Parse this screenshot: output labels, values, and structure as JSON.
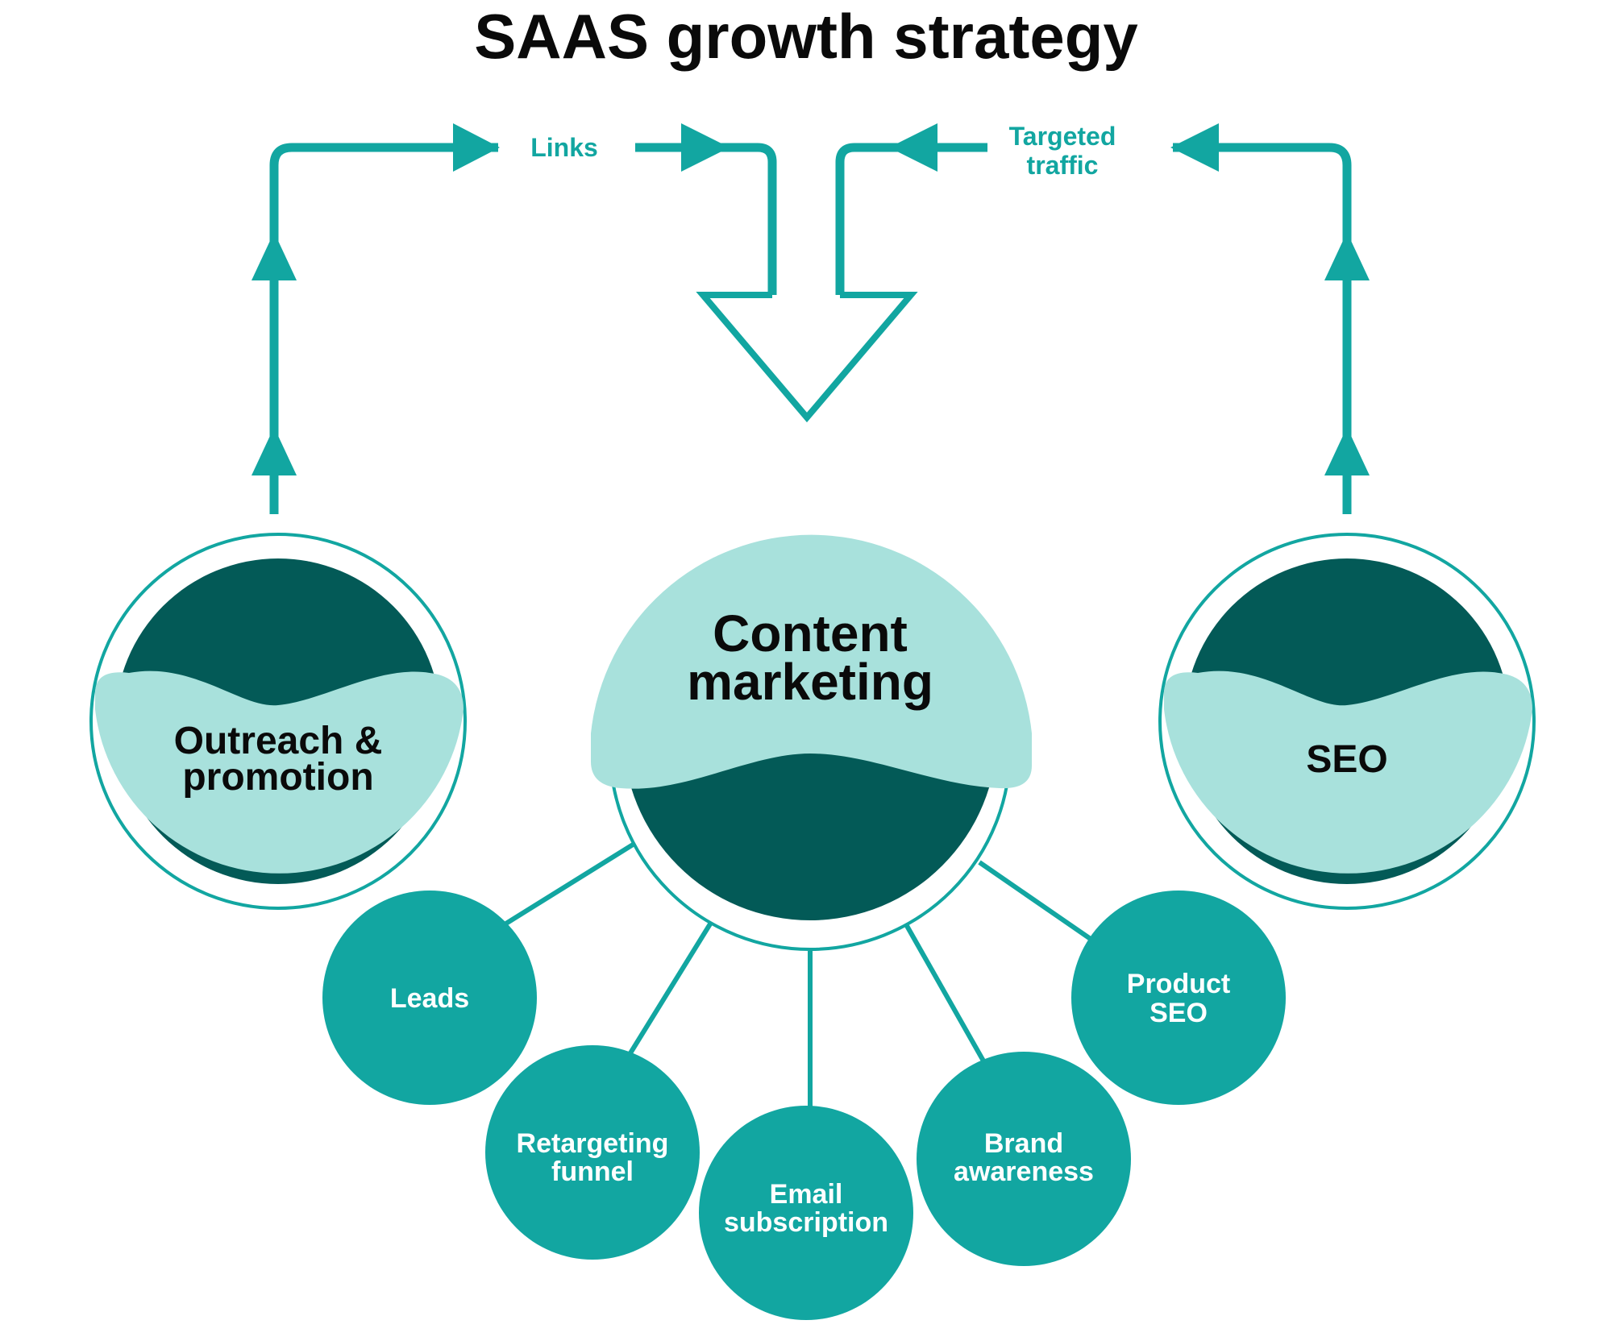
{
  "title": "SAAS growth strategy",
  "colors": {
    "teal": "#12a6a1",
    "dark_teal": "#035a57",
    "light_teal": "#a8e1dc",
    "text": "#0a0a0a",
    "white": "#ffffff"
  },
  "flows": {
    "links_label": "Links",
    "traffic_label_line1": "Targeted",
    "traffic_label_line2": "traffic"
  },
  "nodes": {
    "outreach": {
      "line1": "Outreach &",
      "line2": "promotion"
    },
    "content": {
      "line1": "Content",
      "line2": "marketing"
    },
    "seo": {
      "line1": "SEO"
    }
  },
  "outputs": [
    {
      "line1": "Leads",
      "line2": ""
    },
    {
      "line1": "Retargeting",
      "line2": "funnel"
    },
    {
      "line1": "Email",
      "line2": "subscription"
    },
    {
      "line1": "Brand",
      "line2": "awareness"
    },
    {
      "line1": "Product",
      "line2": "SEO"
    }
  ]
}
